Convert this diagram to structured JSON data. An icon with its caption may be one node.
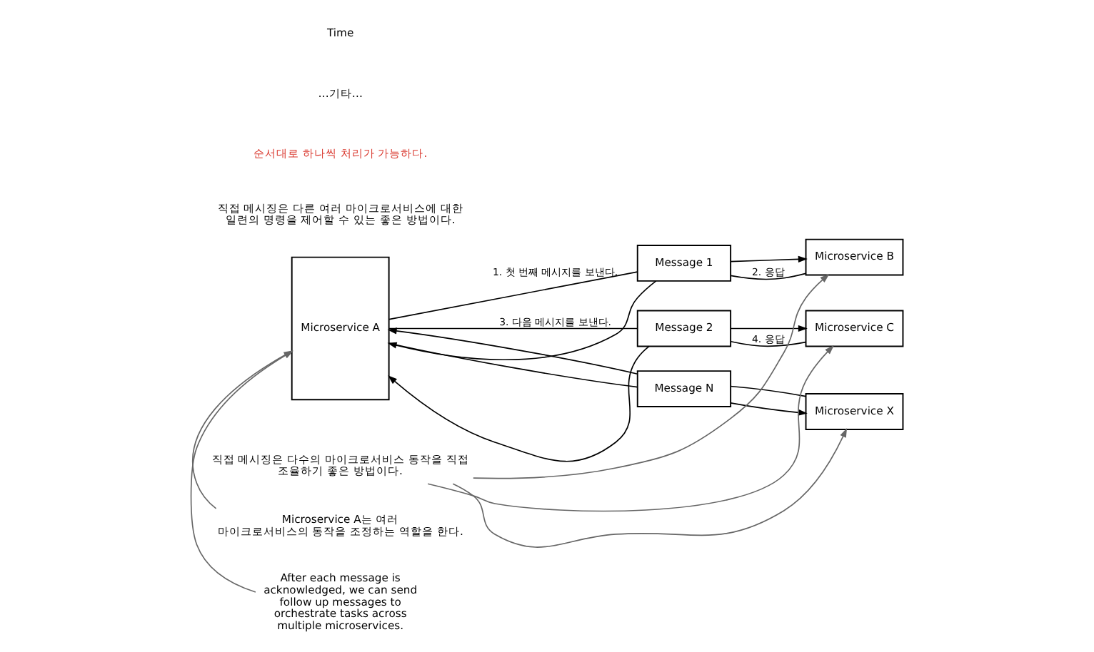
{
  "diagram": {
    "nodes": [
      {
        "text": [
          "Microservice A"
        ]
      },
      {
        "text": [
          "Message 1"
        ]
      },
      {
        "text": [
          "Microservice B"
        ]
      },
      {
        "text": [
          "Message 2"
        ]
      },
      {
        "text": [
          "Microservice C"
        ]
      },
      {
        "text": [
          "Message N"
        ]
      },
      {
        "text": [
          "Microservice X"
        ]
      },
      {
        "text": [
          "Microservice A는 여러 마이크로서비스의 동작을 조정하는 역할을 한다."
        ]
      },
      {
        "text": [
          "직접 메시징은 다수의 마이크로서비스 동작을 직접 조율하기 좋은 방법이다."
        ]
      },
      {
        "text": [
          "After each message is acknowledged, we can send follow up messages to orchestrate tasks across multiple microservices."
        ]
      }
    ],
    "edges": [
      {
        "from": 0,
        "to": 1,
        "arrow": "none",
        "label": "1. 첫 번째 메시지를 보낸다."
      },
      {
        "from": 1,
        "to": 2,
        "arrow": "to"
      },
      {
        "from": 2,
        "to": 1,
        "arrow": "none",
        "label": "2. 응답"
      },
      {
        "from": 1,
        "to": 0,
        "arrow": "to"
      },
      {
        "from": 0,
        "to": 3,
        "arrow": "none",
        "label": "3. 다음 메시지를 보낸다."
      },
      {
        "from": 3,
        "to": 4,
        "arrow": "to"
      },
      {
        "from": 4,
        "to": 3,
        "arrow": "none",
        "label": "4. 응답"
      },
      {
        "from": 3,
        "to": 0,
        "arrow": "to"
      },
      {
        "from": 0,
        "to": 5,
        "arrow": "none"
      },
      {
        "from": 5,
        "to": 6,
        "arrow": "to"
      },
      {
        "from": 6,
        "to": 5,
        "arrow": "none"
      },
      {
        "from": 5,
        "to": 0,
        "arrow": "to"
      },
      {
        "from": 7,
        "to": 0,
        "arrow": "to",
        "color": "#666666"
      },
      {
        "from": 8,
        "to": 2,
        "arrow": "to",
        "color": "#666666"
      },
      {
        "from": 8,
        "to": 4,
        "arrow": "to",
        "color": "#666666"
      },
      {
        "from": 8,
        "to": 6,
        "arrow": "to",
        "color": "#666666"
      },
      {
        "from": 9,
        "to": 0,
        "arrow": "to",
        "color": "#666666"
      }
    ],
    "labels": [
      "직접 메시징은 다른 여러 마이크로서비스에 대한 일련의 명령을 제어할 수 있는 좋은 방법이다.",
      "순서대로 하나씩 처리가 가능하다.",
      "…기타…",
      "Time"
    ]
  }
}
